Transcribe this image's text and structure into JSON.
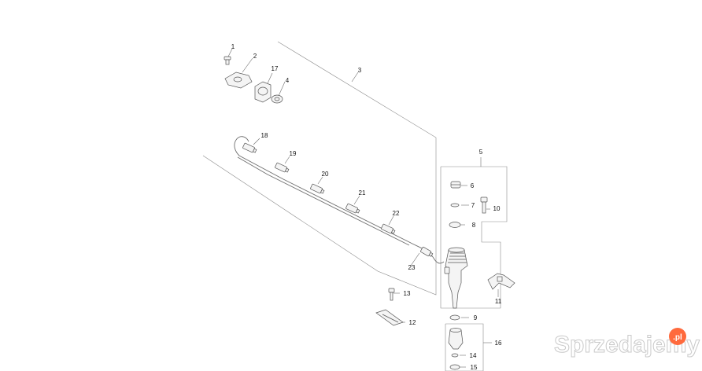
{
  "diagram": {
    "callouts": [
      "1",
      "2",
      "3",
      "4",
      "5",
      "6",
      "7",
      "8",
      "9",
      "10",
      "11",
      "12",
      "13",
      "14",
      "15",
      "16",
      "17",
      "18",
      "19",
      "20",
      "21",
      "22",
      "23"
    ]
  },
  "watermark": {
    "text": "Sprzedajemy",
    "badge": ".pl"
  },
  "colors": {
    "line": "#6f6f6f",
    "part_fill": "#f4f4f4",
    "part_stroke": "#555555",
    "badge": "#ff6a3d"
  }
}
